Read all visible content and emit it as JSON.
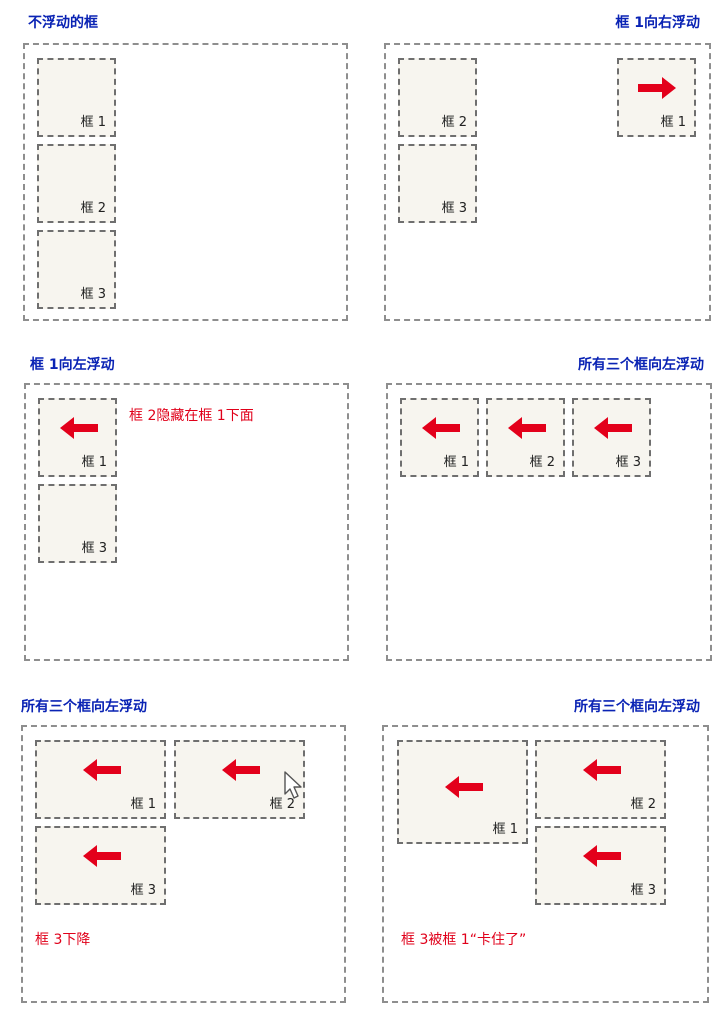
{
  "colors": {
    "title": "#0a23b4",
    "note": "#e0001a",
    "arrow": "#e3001b",
    "box_fill": "#f7f5ef",
    "border": "#8e8e8e"
  },
  "panels": [
    {
      "title": "不浮动的框",
      "boxes": [
        "框 1",
        "框 2",
        "框 3"
      ]
    },
    {
      "title": "框 1向右浮动",
      "boxes": [
        "框 2",
        "框 3",
        "框 1"
      ],
      "icons": [
        "arrow-right-icon"
      ]
    },
    {
      "title": "框 1向左浮动",
      "boxes": [
        "框 1",
        "框 3"
      ],
      "icons": [
        "arrow-left-icon"
      ],
      "note": "框 2隐藏在框 1下面"
    },
    {
      "title": "所有三个框向左浮动",
      "boxes": [
        "框 1",
        "框 2",
        "框 3"
      ],
      "icons": [
        "arrow-left-icon"
      ]
    },
    {
      "title": "所有三个框向左浮动",
      "boxes": [
        "框 1",
        "框 2",
        "框 3"
      ],
      "icons": [
        "arrow-left-icon",
        "mouse-cursor-icon"
      ],
      "note": "框 3下降"
    },
    {
      "title": "所有三个框向左浮动",
      "boxes": [
        "框 1",
        "框 2",
        "框 3"
      ],
      "icons": [
        "arrow-left-icon"
      ],
      "note": "框 3被框 1“卡住了”"
    }
  ]
}
